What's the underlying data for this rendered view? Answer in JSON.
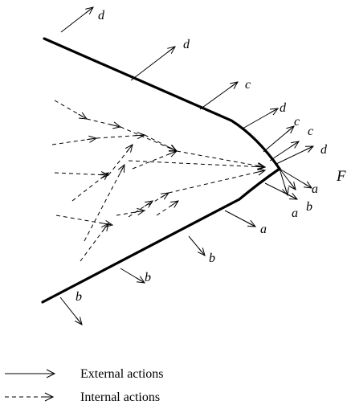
{
  "diagram": {
    "vertex_label": "F",
    "action_labels": {
      "d": "d",
      "c": "c",
      "a": "a",
      "b": "b"
    },
    "legend": [
      {
        "style": "solid",
        "label": "External actions"
      },
      {
        "style": "dashed",
        "label": "Internal actions"
      }
    ]
  }
}
